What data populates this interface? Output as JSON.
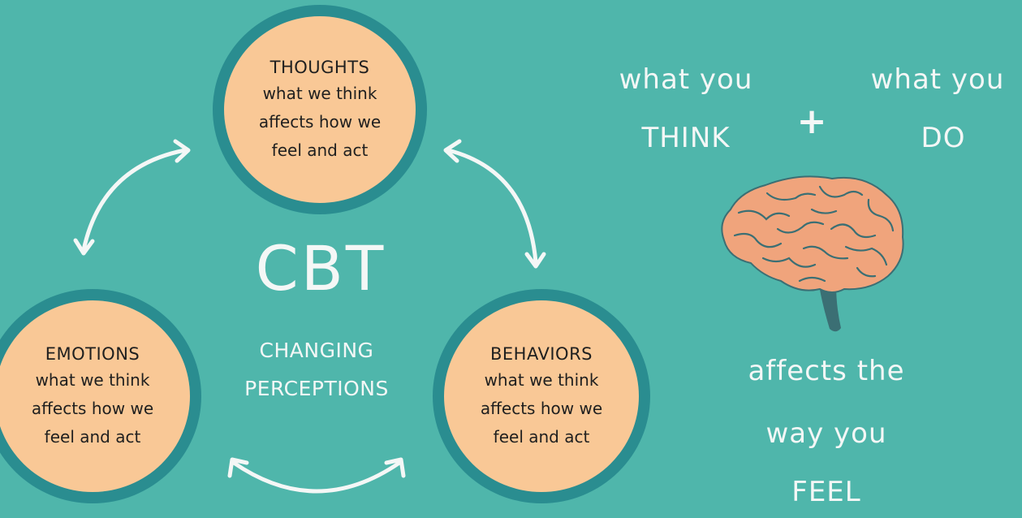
{
  "colors": {
    "background": "#4fb6ab",
    "ring": "#2a8d90",
    "node_fill": "#f9c896",
    "text_light": "#f4f7f6",
    "text_dark": "#1f1f1f",
    "brain": "#f0a47c",
    "brain_lines": "#3b6f74"
  },
  "cycle": {
    "center_title": "CBT",
    "center_subtitle": [
      "CHANGING",
      "PERCEPTIONS"
    ],
    "nodes": [
      {
        "id": "thoughts",
        "title": "THOUGHTS",
        "lines": [
          "what we think",
          "affects how we",
          "feel and act"
        ]
      },
      {
        "id": "emotions",
        "title": "EMOTIONS",
        "lines": [
          "what we think",
          "affects how we",
          "feel and act"
        ]
      },
      {
        "id": "behaviors",
        "title": "BEHAVIORS",
        "lines": [
          "what we think",
          "affects how we",
          "feel and act"
        ]
      }
    ]
  },
  "equation": {
    "left_top": "what you",
    "left_bottom": "THINK",
    "operator": "+",
    "right_top": "what you",
    "right_bottom": "DO",
    "result": [
      "affects the",
      "way you",
      "FEEL"
    ],
    "image_icon": "brain-icon"
  }
}
